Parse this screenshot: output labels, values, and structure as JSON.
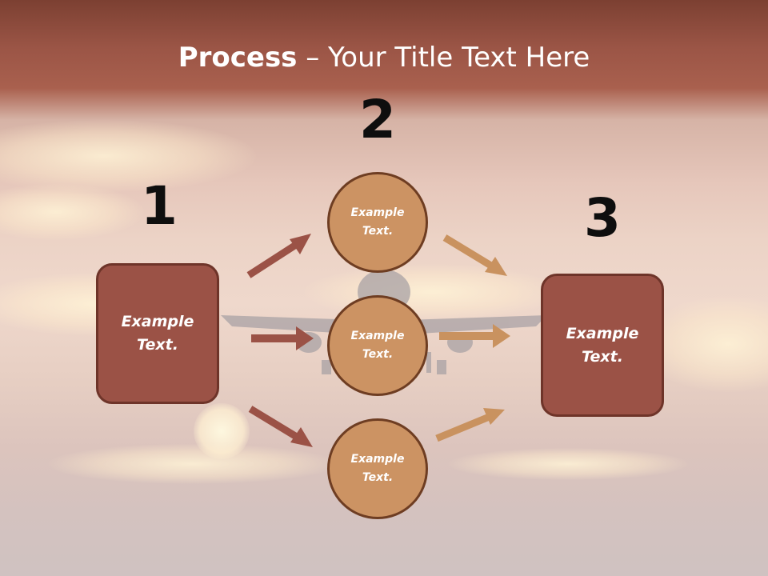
{
  "slide": {
    "title_bold": "Process",
    "title_rest": " – Your Title Text Here"
  },
  "steps": {
    "number_1": "1",
    "number_2": "2",
    "number_3": "3"
  },
  "left_box": {
    "label_line1": "Example",
    "label_line2": "Text."
  },
  "right_box": {
    "label_line1": "Example",
    "label_line2": "Text."
  },
  "circles": [
    {
      "label_line1": "Example",
      "label_line2": "Text."
    },
    {
      "label_line1": "Example",
      "label_line2": "Text."
    },
    {
      "label_line1": "Example",
      "label_line2": "Text."
    }
  ],
  "colors": {
    "box_fill": "#9b5246",
    "box_border": "#6e3429",
    "circle_fill": "#cc9363",
    "circle_border": "#6e3d22",
    "left_arrow": "#9b5246",
    "right_arrow": "#c9925f",
    "title_bar": "#9b5546"
  },
  "icons": [
    "arrow-right-icon",
    "arrow-up-right-icon",
    "arrow-down-right-icon"
  ]
}
